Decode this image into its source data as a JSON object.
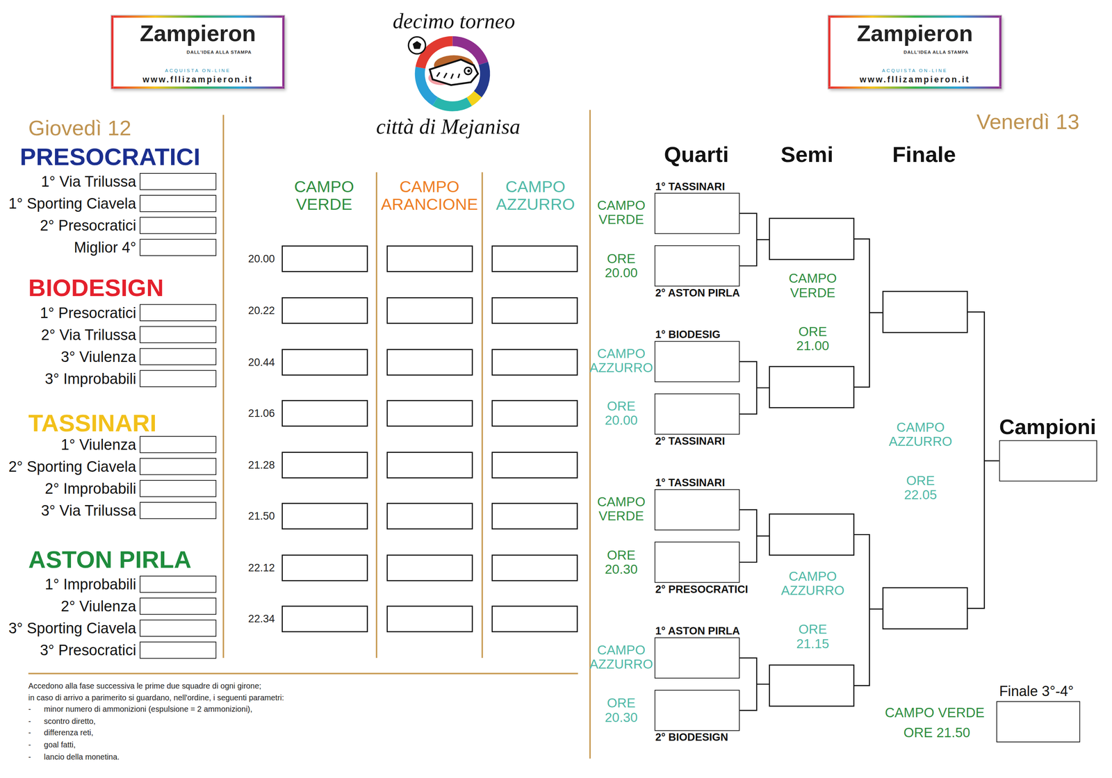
{
  "diagram": {
    "title": "decimo torneo",
    "nodes": [
      {
        "text": [
          "Zampieron",
          "DALL'IDEA ALLA STAMPA",
          "ACQUISTA ON-LINE",
          "www.fllizampieron.it"
        ]
      },
      {
        "text": [
          "Zampieron",
          "DALL'IDEA ALLA STAMPA",
          "ACQUISTA ON-LINE",
          "www.fllizampieron.it"
        ]
      },
      {
        "text": [
          "1° Via Trilussa"
        ]
      },
      {
        "text": [
          "1° Sporting Ciavela"
        ]
      },
      {
        "text": [
          "2° Presocratici"
        ]
      },
      {
        "text": [
          "Miglior 4°"
        ]
      },
      {
        "text": [
          "1° Presocratici"
        ]
      },
      {
        "text": [
          "2° Via Trilussa"
        ]
      },
      {
        "text": [
          "3° Viulenza"
        ]
      },
      {
        "text": [
          "3° Improbabili"
        ]
      },
      {
        "text": [
          "1° Viulenza"
        ]
      },
      {
        "text": [
          "2° Sporting Ciavela"
        ]
      },
      {
        "text": [
          "2° Improbabili"
        ]
      },
      {
        "text": [
          "3° Via Trilussa"
        ]
      },
      {
        "text": [
          "1° Improbabili"
        ]
      },
      {
        "text": [
          "2° Viulenza"
        ]
      },
      {
        "text": [
          "3° Sporting Ciavela"
        ]
      },
      {
        "text": [
          "3° Presocratici"
        ]
      },
      {
        "text": [
          "1° TASSINARI"
        ]
      },
      {
        "text": [
          "2° ASTON PIRLA"
        ]
      },
      {
        "text": [
          "1° BIODESIG"
        ]
      },
      {
        "text": [
          "2° TASSINARI"
        ]
      },
      {
        "text": [
          "1° TASSINARI"
        ]
      },
      {
        "text": [
          "2° PRESOCRATICI"
        ]
      },
      {
        "text": [
          "1° ASTON PIRLA"
        ]
      },
      {
        "text": [
          "2° BIODESIGN"
        ]
      },
      {
        "text": [
          "Campioni"
        ]
      },
      {
        "text": [
          "Finale 3°-4°"
        ]
      }
    ],
    "labels": [
      "città di Mejanisa",
      "Giovedì 12",
      "Venerdì 13",
      "PRESOCRATICI",
      "BIODESIGN",
      "TASSINARI",
      "ASTON PIRLA",
      "CAMPO VERDE",
      "CAMPO ARANCIONE",
      "CAMPO AZZURRO",
      "20.00",
      "20.22",
      "20.44",
      "21.06",
      "21.28",
      "21.50",
      "22.12",
      "22.34",
      "Quarti",
      "Semi",
      "Finale",
      "CAMPO VERDE",
      "ORE 20.00",
      "CAMPO AZZURRO",
      "ORE 20.00",
      "CAMPO VERDE",
      "ORE 20.30",
      "CAMPO AZZURRO",
      "ORE 20.30",
      "CAMPO VERDE",
      "ORE 21.00",
      "CAMPO AZZURRO",
      "ORE 21.15",
      "CAMPO AZZURRO",
      "ORE 22.05",
      "CAMPO VERDE",
      "ORE 21.50",
      "Accedono alla fase successiva le prime due squadre di ogni girone;",
      "in caso di arrivo a parimerito si guardano, nell'ordine, i seguenti parametri:",
      "-",
      "minor numero di ammonizioni (espulsione = 2 ammonizioni),",
      "-",
      "scontro diretto,",
      "-",
      "differenza reti,",
      "-",
      "goal fatti,",
      "-",
      "lancio della monetina."
    ]
  }
}
